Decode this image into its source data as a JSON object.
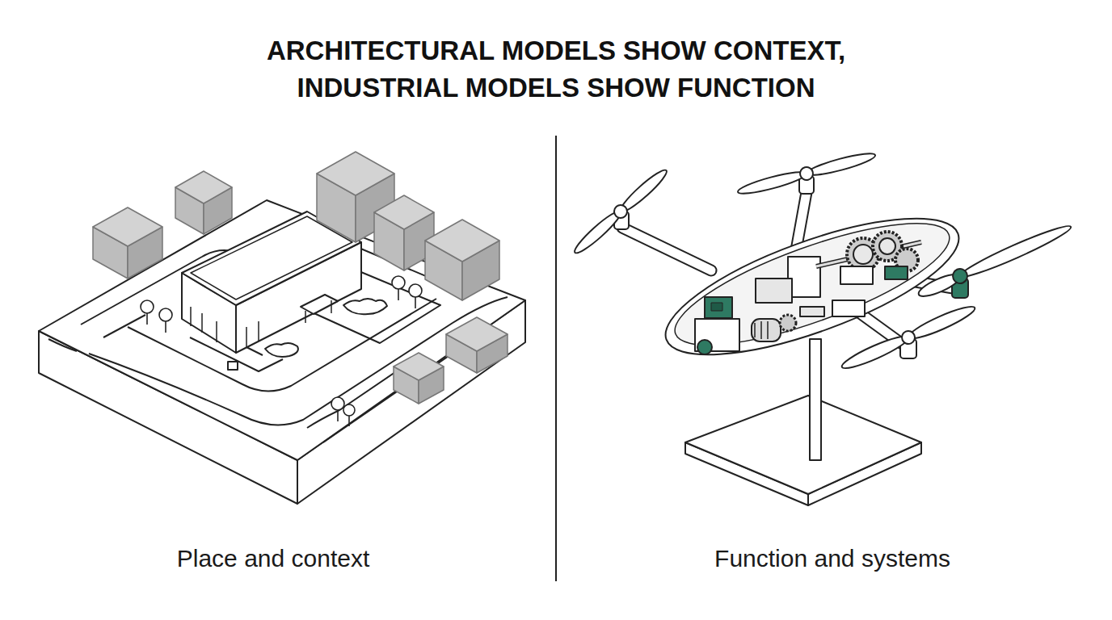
{
  "diagram": {
    "title": "ARCHITECTURAL MODELS SHOW CONTEXT, INDUSTRIAL MODELS SHOW FUNCTION",
    "labels": [
      "Place and context",
      "Function and systems"
    ]
  }
}
